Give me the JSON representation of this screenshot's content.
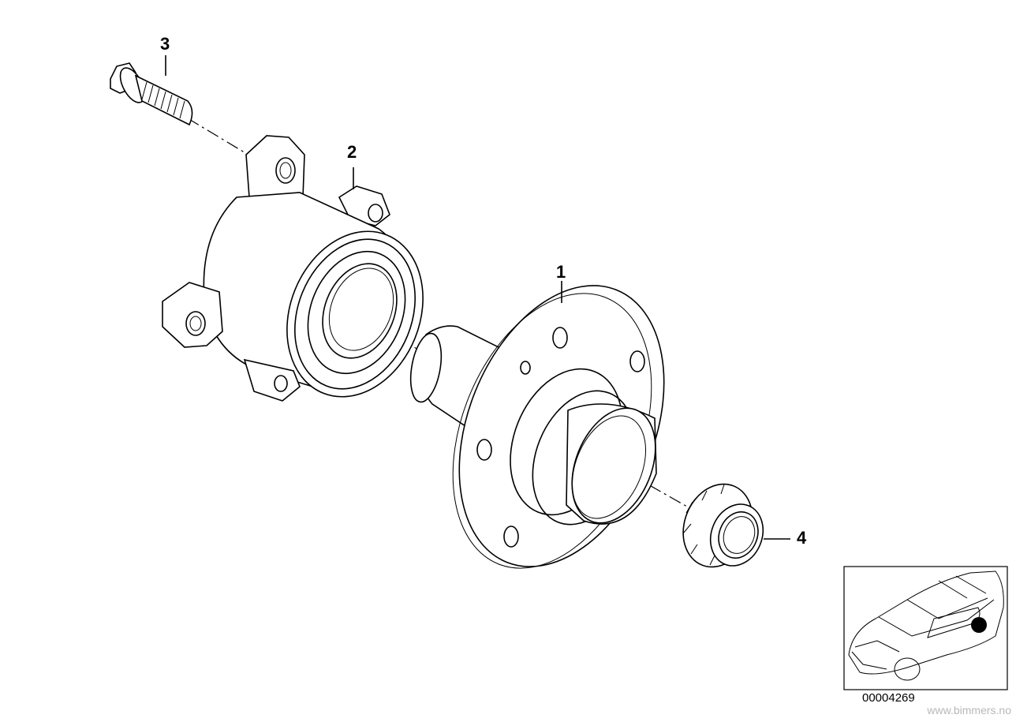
{
  "parts": [
    {
      "number": "1"
    },
    {
      "number": "2"
    },
    {
      "number": "3"
    },
    {
      "number": "4"
    }
  ],
  "diagram_id": "00004269",
  "watermark": "www.bimmers.no"
}
